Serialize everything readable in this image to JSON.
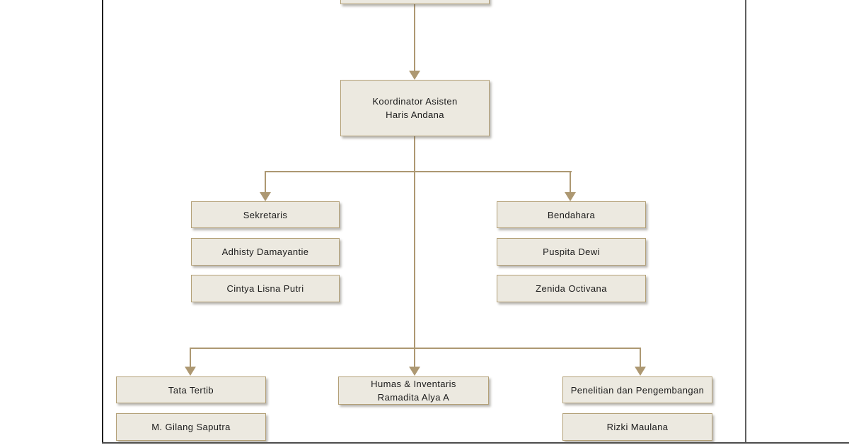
{
  "colors": {
    "box_fill": "#ece9e0",
    "box_border": "#b3a077",
    "connector": "#ad9872",
    "text": "#1b1b1b",
    "page_border": "#4c4c4c"
  },
  "org_chart": {
    "koordinator": {
      "title": "Koordinator Asisten",
      "name": "Haris Andana"
    },
    "sekretaris": {
      "title": "Sekretaris",
      "members": [
        "Adhisty Damayantie",
        "Cintya Lisna Putri"
      ]
    },
    "bendahara": {
      "title": "Bendahara",
      "members": [
        "Puspita Dewi",
        "Zenida Octivana"
      ]
    },
    "tata_tertib": {
      "title": "Tata Tertib",
      "members": [
        "M. Gilang Saputra"
      ]
    },
    "humas_inventaris": {
      "title": "Humas & Inventaris",
      "name": "Ramadita Alya A"
    },
    "penelitian": {
      "title": "Penelitian dan Pengembangan",
      "members": [
        "Rizki Maulana"
      ]
    }
  }
}
